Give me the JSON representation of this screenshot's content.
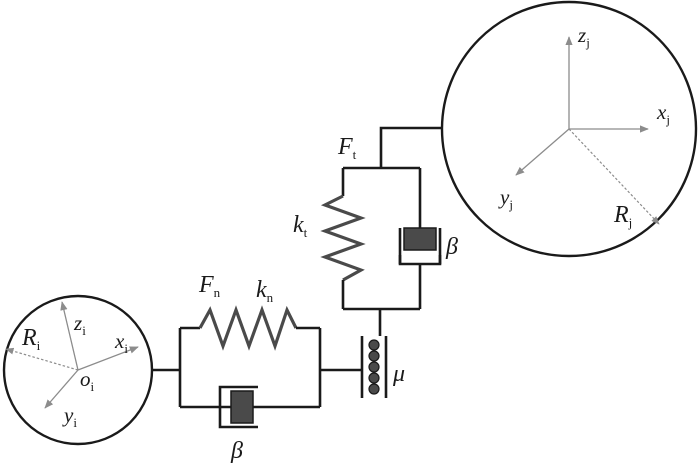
{
  "colors": {
    "line": "#1a1a1a",
    "spring": "#4a4a4a",
    "axis": "#8c8c8c",
    "damper_piston": "#4a4a4a",
    "roller": "#4a4a4a"
  },
  "particle_i": {
    "center_label": {
      "main": "o",
      "sub": "i"
    },
    "radius_label": {
      "main": "R",
      "sub": "i"
    },
    "x_label": {
      "main": "x",
      "sub": "i"
    },
    "y_label": {
      "main": "y",
      "sub": "i"
    },
    "z_label": {
      "main": "z",
      "sub": "i"
    }
  },
  "particle_j": {
    "radius_label": {
      "main": "R",
      "sub": "j"
    },
    "x_label": {
      "main": "x",
      "sub": "j"
    },
    "y_label": {
      "main": "y",
      "sub": "j"
    },
    "z_label": {
      "main": "z",
      "sub": "j"
    }
  },
  "normal": {
    "force_label": {
      "main": "F",
      "sub": "n"
    },
    "stiffness_label": {
      "main": "k",
      "sub": "n"
    },
    "damping_label": "β"
  },
  "tangential": {
    "force_label": {
      "main": "F",
      "sub": "t"
    },
    "stiffness_label": {
      "main": "k",
      "sub": "t"
    },
    "damping_label": "β"
  },
  "friction_label": "μ"
}
